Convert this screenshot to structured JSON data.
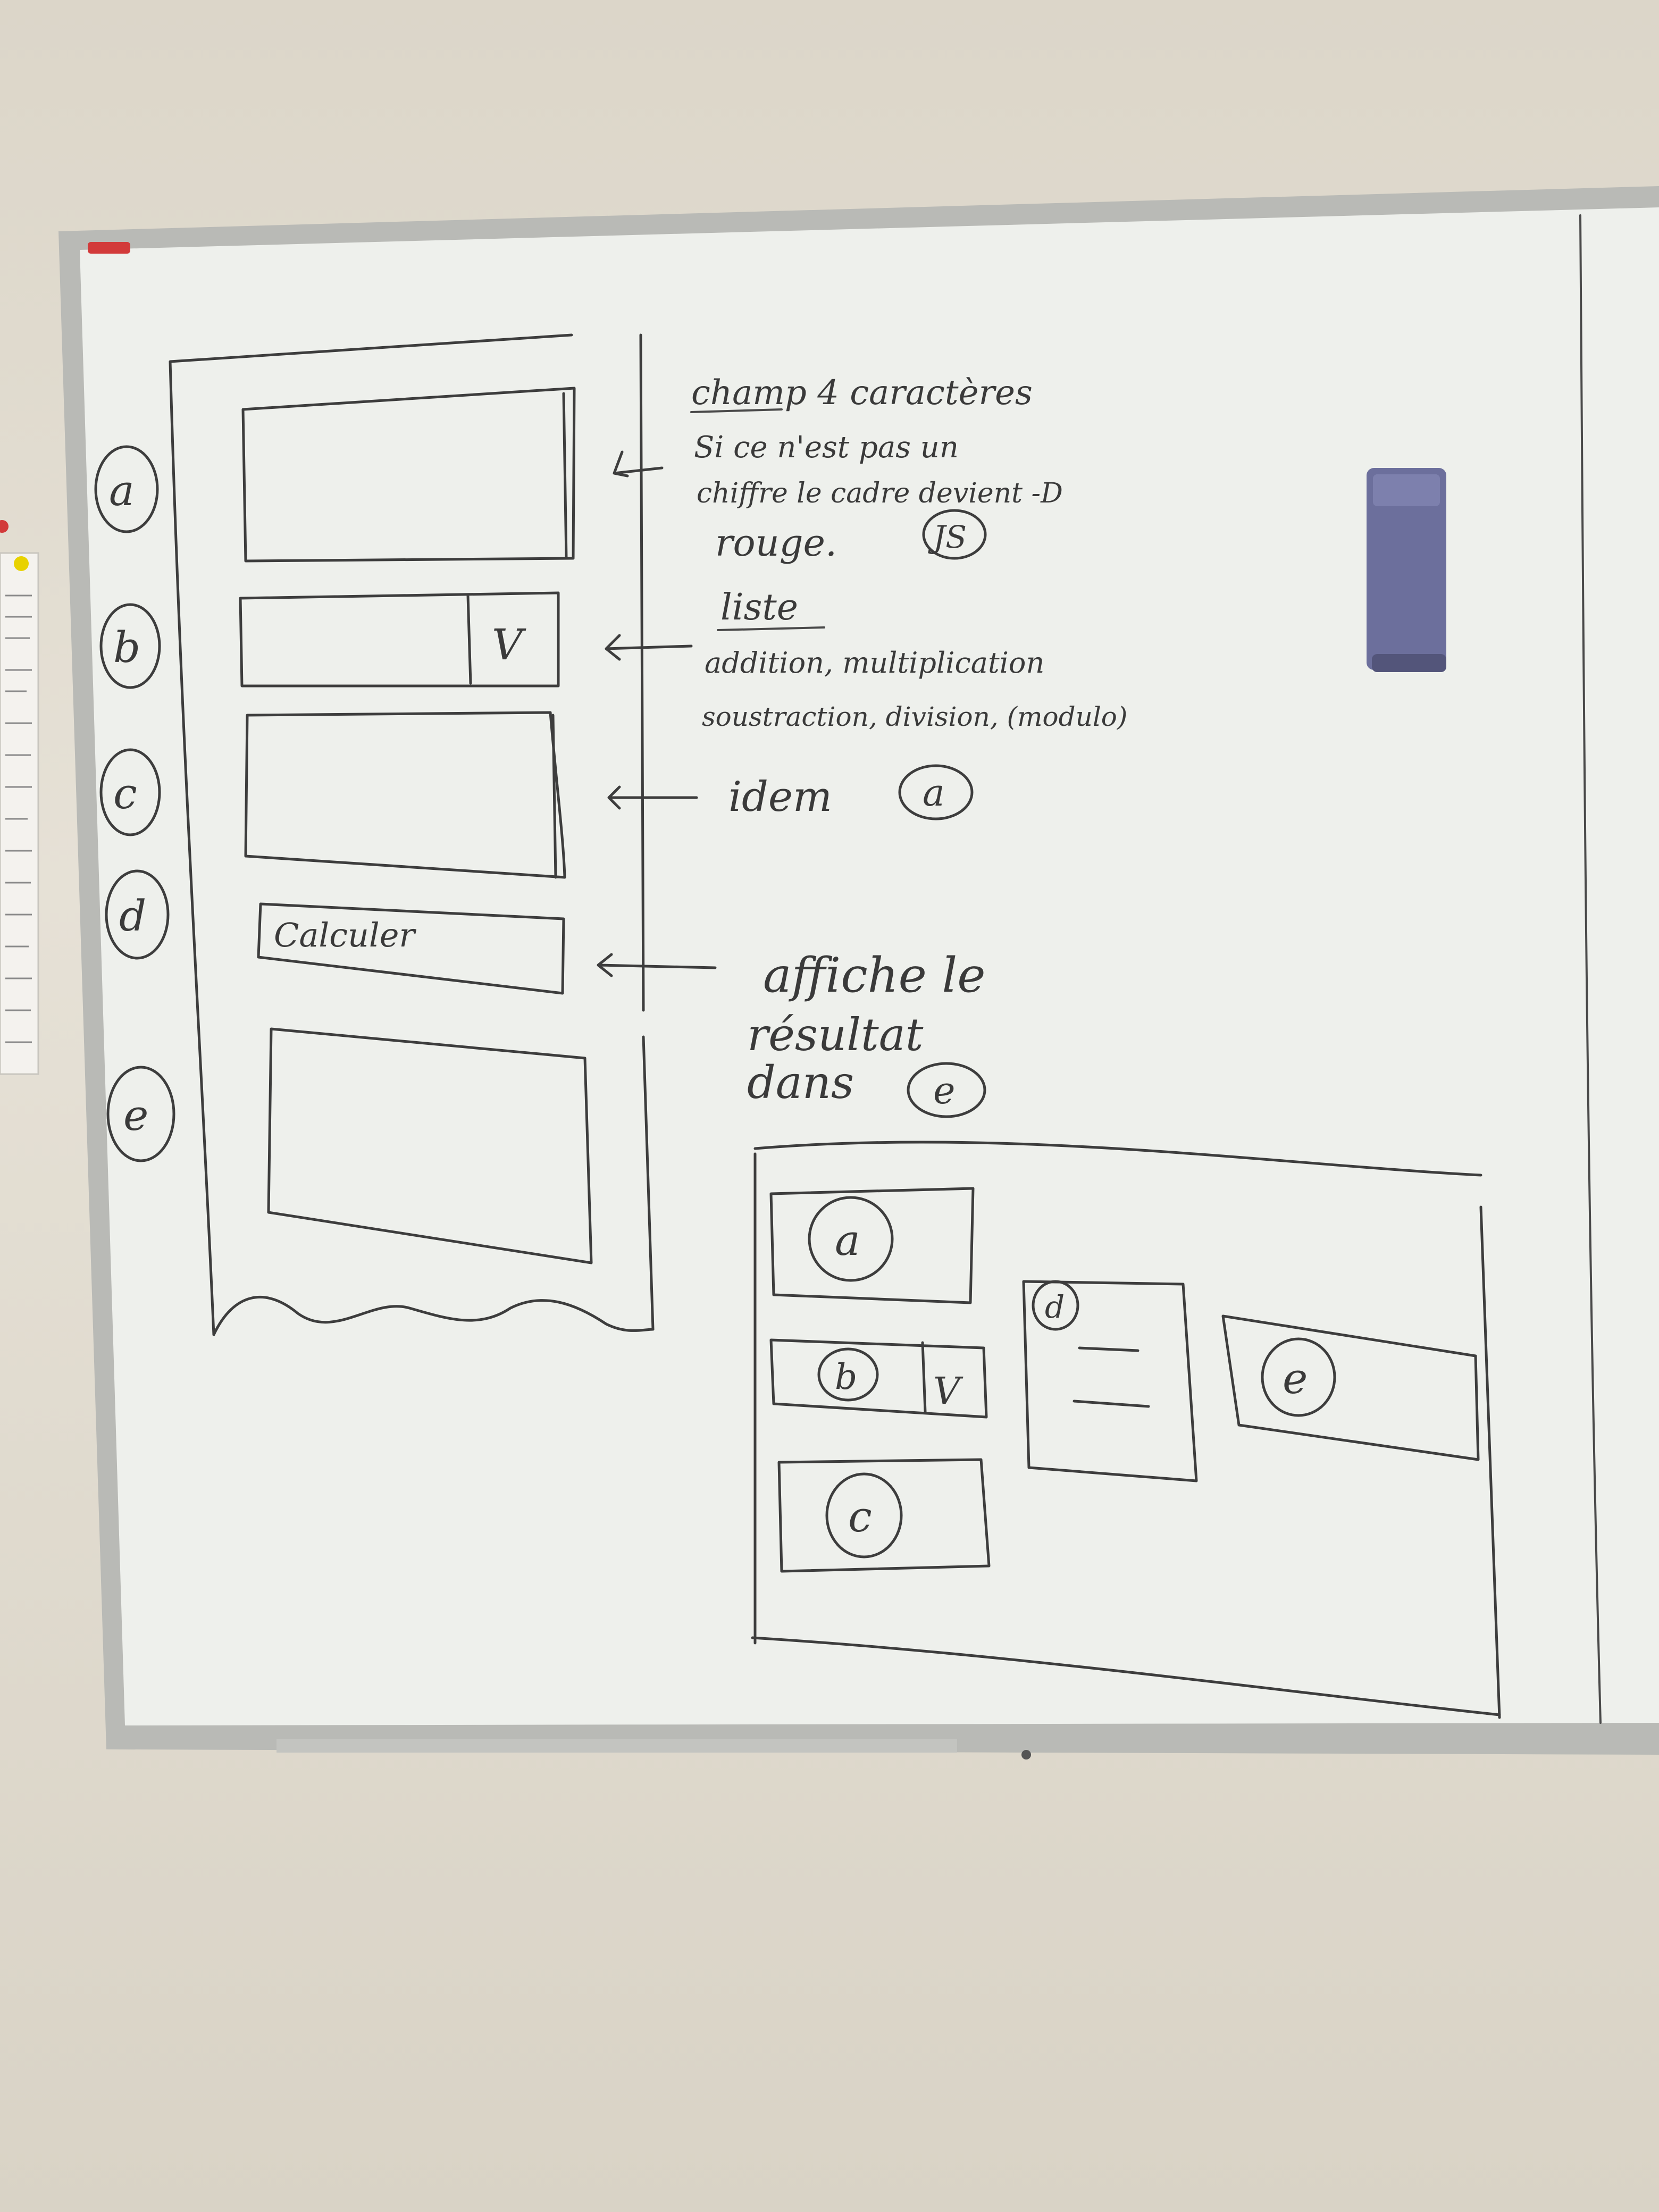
{
  "scene": {
    "colors": {
      "wall": "#e3ddd1",
      "board": "#eef0ec",
      "frame": "#b9bab6",
      "ink": "#3d3d3d",
      "eraser": "#6c6f9c",
      "magnet_red": "#d23a3a",
      "pin_yellow": "#e8d200"
    },
    "objects": [
      "whiteboard",
      "eraser",
      "paper-notice",
      "red-magnet",
      "yellow-pin"
    ]
  },
  "sketch": {
    "labels": [
      "a",
      "b",
      "c",
      "d",
      "e"
    ],
    "dropdown_mark": "V",
    "button_text": "Calculer"
  },
  "notes": {
    "a_title": "champ 4 caractères",
    "a_line1": "Si ce n'est pas un",
    "a_line2": "chiffre le cadre devient -D",
    "a_line3": "rouge.",
    "a_badge": "JS",
    "b_title": "liste",
    "b_line1": "addition, multiplication",
    "b_line2": "soustraction, division, (modulo)",
    "c_text": "idem",
    "c_ref": "a",
    "d_line1": "affiche le",
    "d_line2": "résultat",
    "d_line3": "dans",
    "d_ref": "e"
  },
  "layout_sketch": {
    "box_labels": [
      "a",
      "b",
      "c",
      "d",
      "e"
    ],
    "dropdown_mark": "V"
  }
}
